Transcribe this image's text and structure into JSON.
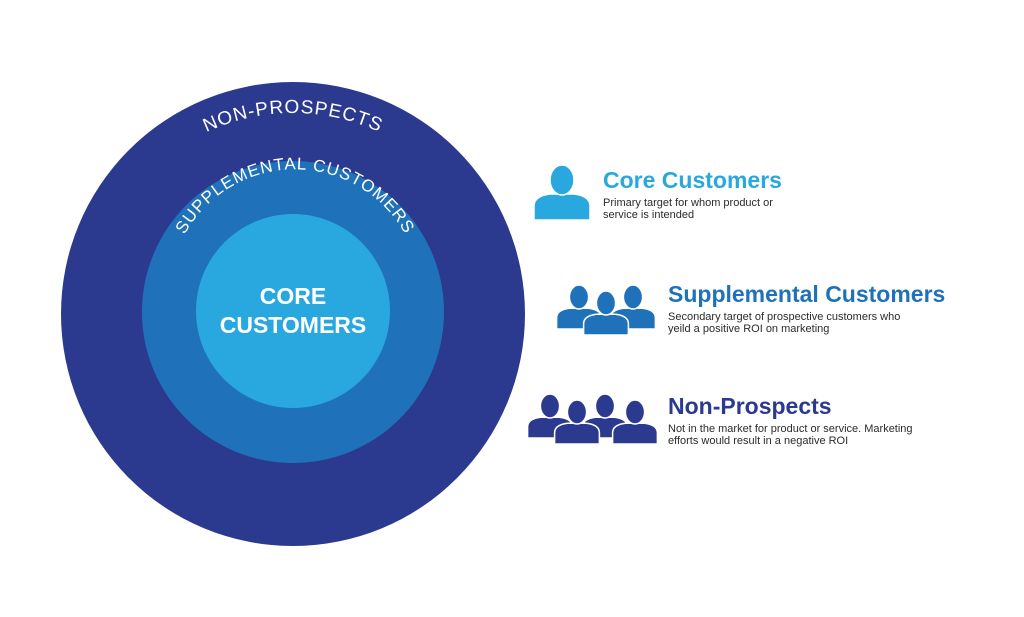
{
  "colors": {
    "outer": "#2B3A8F",
    "middle": "#1F72BA",
    "inner": "#29A8E0",
    "core_title": "#29A8E0",
    "supplemental_title": "#1F72BA",
    "nonprospects_title": "#2B3A8F",
    "ring_text": "#ffffff"
  },
  "diagram": {
    "outer_label": "NON-PROSPECTS",
    "middle_label": "SUPPLEMENTAL CUSTOMERS",
    "inner_label_line1": "CORE",
    "inner_label_line2": "CUSTOMERS"
  },
  "legend": [
    {
      "title": "Core Customers",
      "description": "Primary target for whom product or\nservice is intended",
      "icon": "person-icon",
      "people_count": 1
    },
    {
      "title": "Supplemental Customers",
      "description": "Secondary target of prospective customers who\nyeild a positive ROI on marketing",
      "icon": "group-icon",
      "people_count": 3
    },
    {
      "title": "Non-Prospects",
      "description": "Not in the market for product or service. Marketing\nefforts would result in a negative ROI",
      "icon": "crowd-icon",
      "people_count": 4
    }
  ]
}
